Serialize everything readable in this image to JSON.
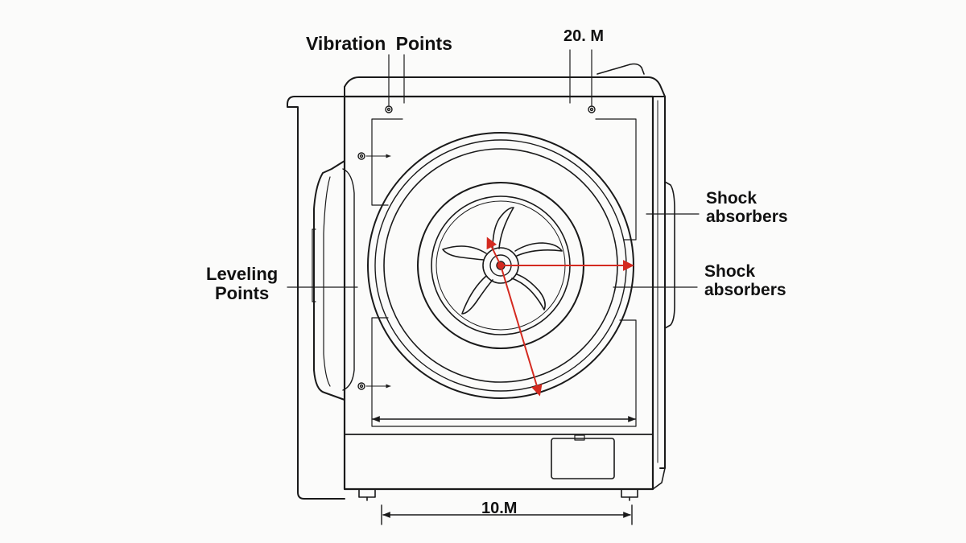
{
  "labels": {
    "vibration_points": "Vibration  Points",
    "top_dimension": "20. M",
    "bottom_dimension": "10.M",
    "leveling_points": {
      "line1": "Leveling",
      "line2": "Points"
    },
    "shock_absorbers_upper": {
      "line1": "Shock",
      "line2": "absorbers"
    },
    "shock_absorbers_lower": {
      "line1": "Shock",
      "line2": "absorbers"
    }
  },
  "colors": {
    "line": "#1a1a1a",
    "arrow": "#d42a20",
    "background": "#fbfbfa"
  }
}
